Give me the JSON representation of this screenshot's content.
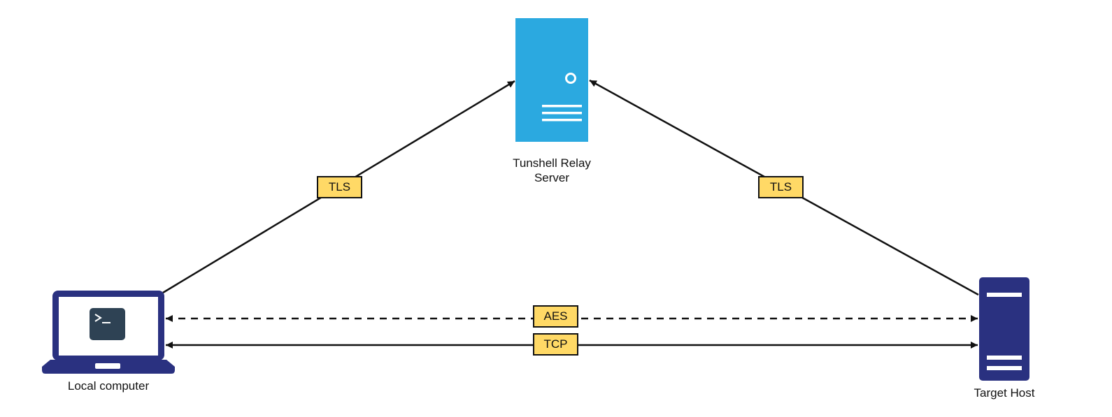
{
  "colors": {
    "relay": "#2ba9e0",
    "host": "#2a3180",
    "terminal": "#2e4254",
    "tag": "#ffd966",
    "line": "#111111"
  },
  "nodes": {
    "relay": {
      "label": "Tunshell Relay Server",
      "icon": "server-icon"
    },
    "local": {
      "label": "Local computer",
      "icon": "laptop-icon",
      "screen_icon": "terminal-icon"
    },
    "target": {
      "label": "Target Host",
      "icon": "server-tower-icon"
    }
  },
  "edges": [
    {
      "from": "local",
      "to": "relay",
      "label": "TLS",
      "style": "solid"
    },
    {
      "from": "target",
      "to": "relay",
      "label": "TLS",
      "style": "solid"
    },
    {
      "from": "local",
      "to": "target",
      "label": "AES",
      "style": "dashed",
      "bidirectional": true
    },
    {
      "from": "local",
      "to": "target",
      "label": "TCP",
      "style": "solid",
      "bidirectional": true
    }
  ]
}
